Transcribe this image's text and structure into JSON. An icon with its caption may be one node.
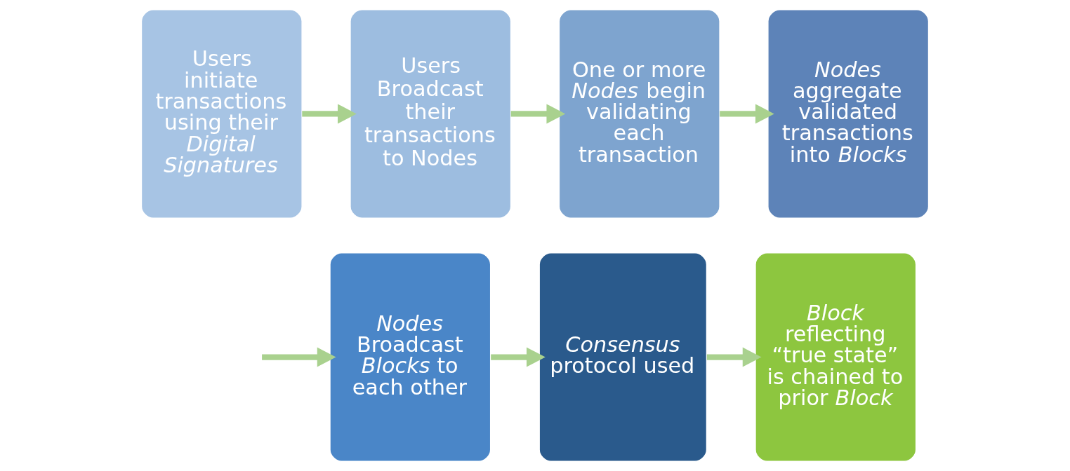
{
  "diagram": {
    "nodes": [
      {
        "text": [
          "Users initiate transactions using their *Digital Signatures*"
        ]
      },
      {
        "text": [
          "Users Broadcast their transactions to Nodes"
        ]
      },
      {
        "text": [
          "One or more *Nodes* begin validating each transaction"
        ]
      },
      {
        "text": [
          "*Nodes* aggregate validated transactions into *Blocks*"
        ]
      },
      {
        "text": [
          "*Nodes* Broadcast *Blocks* to each other"
        ]
      },
      {
        "text": [
          "*Consensus* protocol used"
        ]
      },
      {
        "text": [
          "*Block* reflecting “true state” is chained to prior *Block*"
        ]
      }
    ],
    "edges": [
      {
        "from": 0,
        "to": 1,
        "arrow": "to"
      },
      {
        "from": 1,
        "to": 2,
        "arrow": "to"
      },
      {
        "from": 2,
        "to": 3,
        "arrow": "to"
      },
      {
        "from": null,
        "to": 4,
        "arrow": "to"
      },
      {
        "from": 4,
        "to": 5,
        "arrow": "to"
      },
      {
        "from": 5,
        "to": 6,
        "arrow": "to"
      }
    ]
  }
}
